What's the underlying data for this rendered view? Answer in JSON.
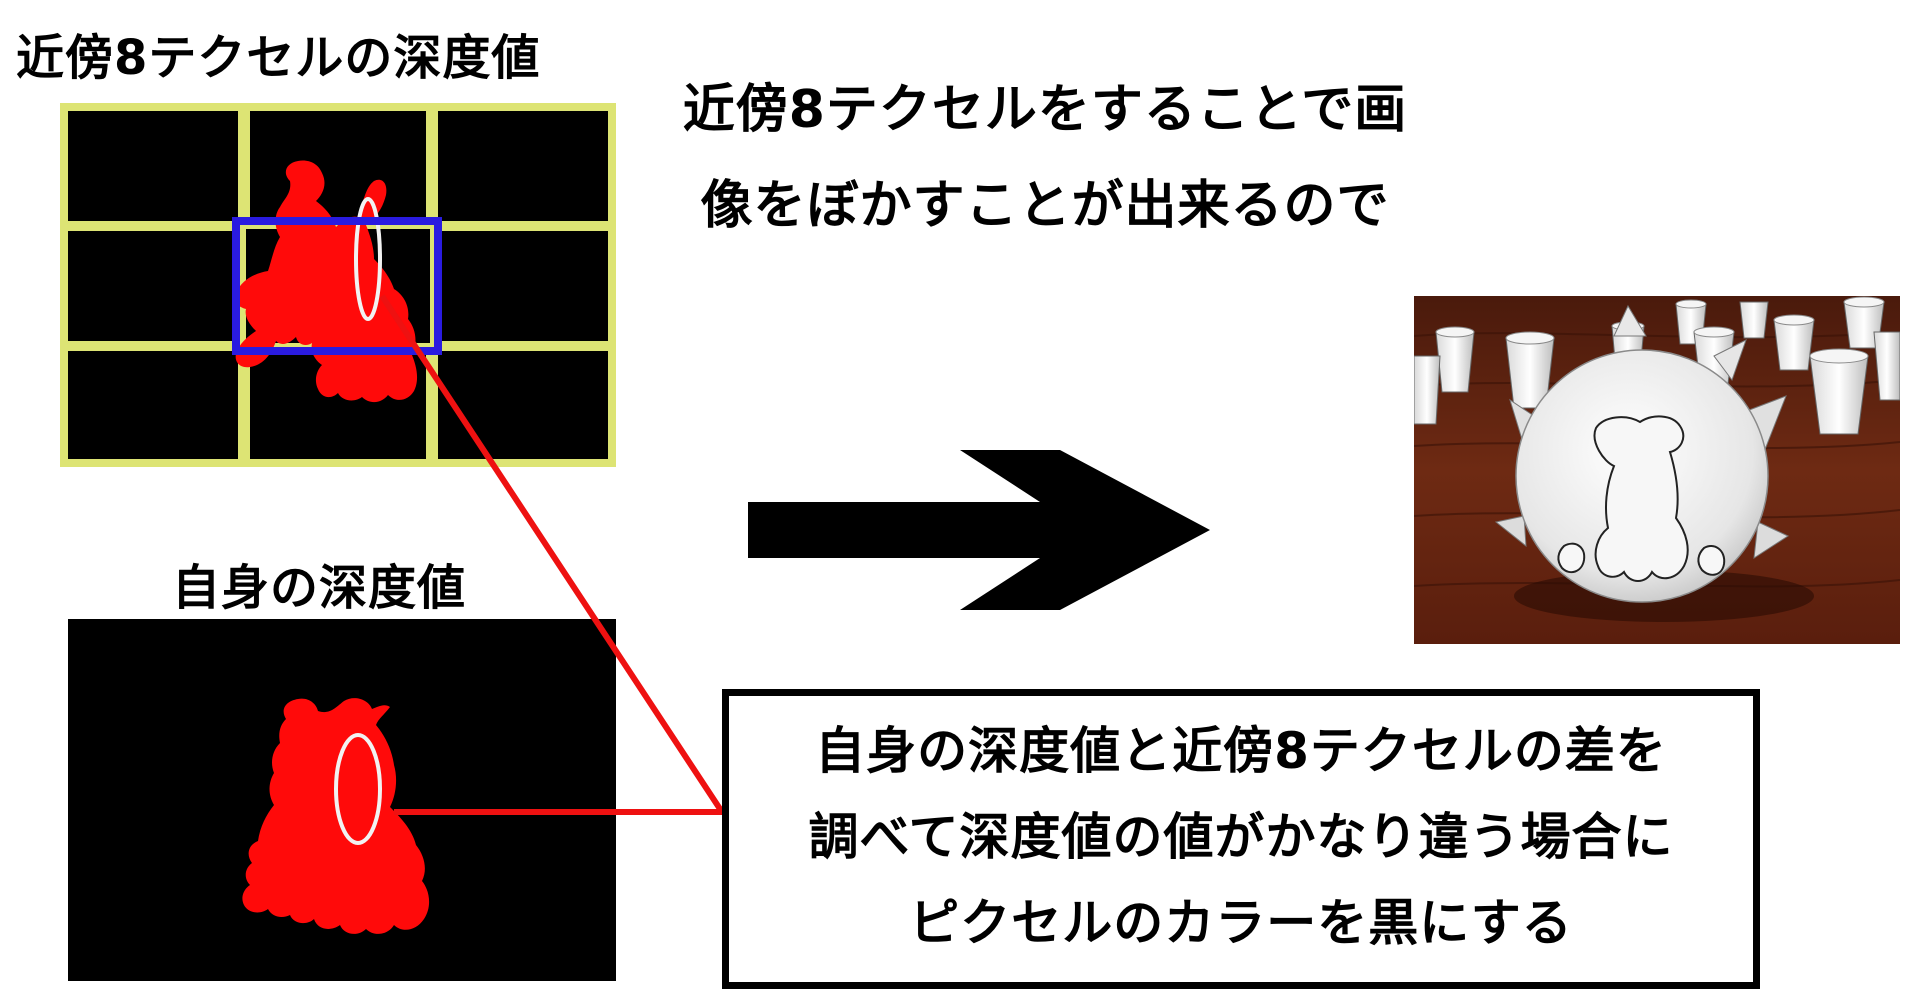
{
  "neighbors_title": "近傍8テクセルの深度値",
  "self_title": "自身の深度値",
  "top_explanation": {
    "line1": "近傍8テクセルをすることで画",
    "line2": "像をぼかすことが出来るので"
  },
  "callout": {
    "line1": "自身の深度値と近傍8テクセルの差を",
    "line2": "調べて深度値の値がかなり違う場合に",
    "line3": "ピクセルのカラーを黒にする"
  },
  "colors": {
    "grid_border": "#dde474",
    "center_border": "#2a1be0",
    "silhouette": "#ff0a0a",
    "connector": "#ee1111",
    "highlight_ellipse": "#f2f2f2",
    "floor": "#6b2410"
  },
  "icons": {
    "arrow": "right-arrow-icon"
  }
}
